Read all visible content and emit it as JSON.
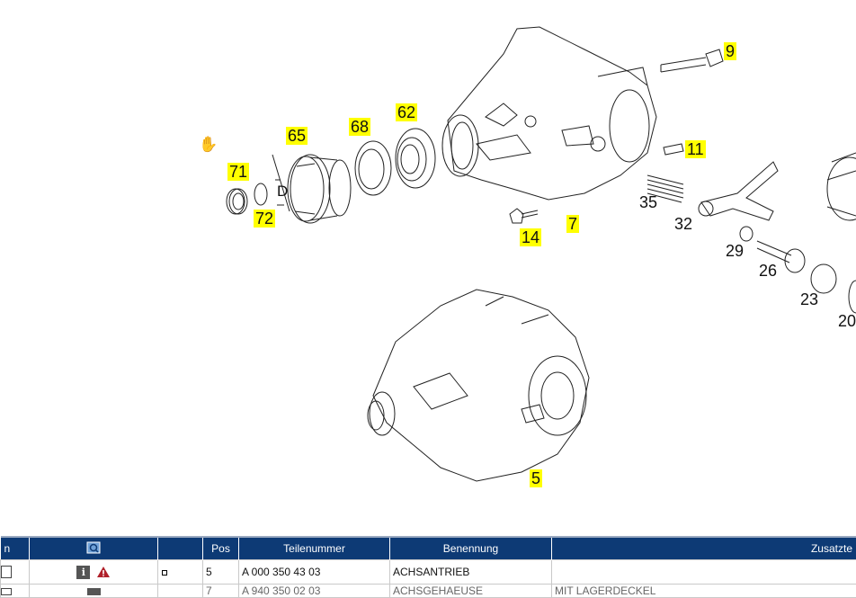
{
  "callouts": {
    "c71": "71",
    "c72": "72",
    "c65": "65",
    "c68": "68",
    "c62": "62",
    "c9": "9",
    "c11": "11",
    "c35": "35",
    "c32": "32",
    "c14": "14",
    "c7": "7",
    "c29": "29",
    "c26": "26",
    "c23": "23",
    "c20": "20",
    "c5": "5",
    "dim_d": "D"
  },
  "highlight_color": "#ffff00",
  "header_color": "#0d3a75",
  "table": {
    "headers": [
      "n",
      "",
      "",
      "Pos",
      "Teilenummer",
      "Benennung",
      "Zusatzte"
    ],
    "filter_icon": "filter-search-icon",
    "rows": [
      {
        "pos": "5",
        "part": "A 000 350 43 03",
        "name": "ACHSANTRIEB",
        "extra": ""
      },
      {
        "pos": "7",
        "part": "A 940 350 02 03",
        "name": "ACHSGEHAEUSE",
        "extra": "MIT LAGERDECKEL"
      }
    ]
  }
}
